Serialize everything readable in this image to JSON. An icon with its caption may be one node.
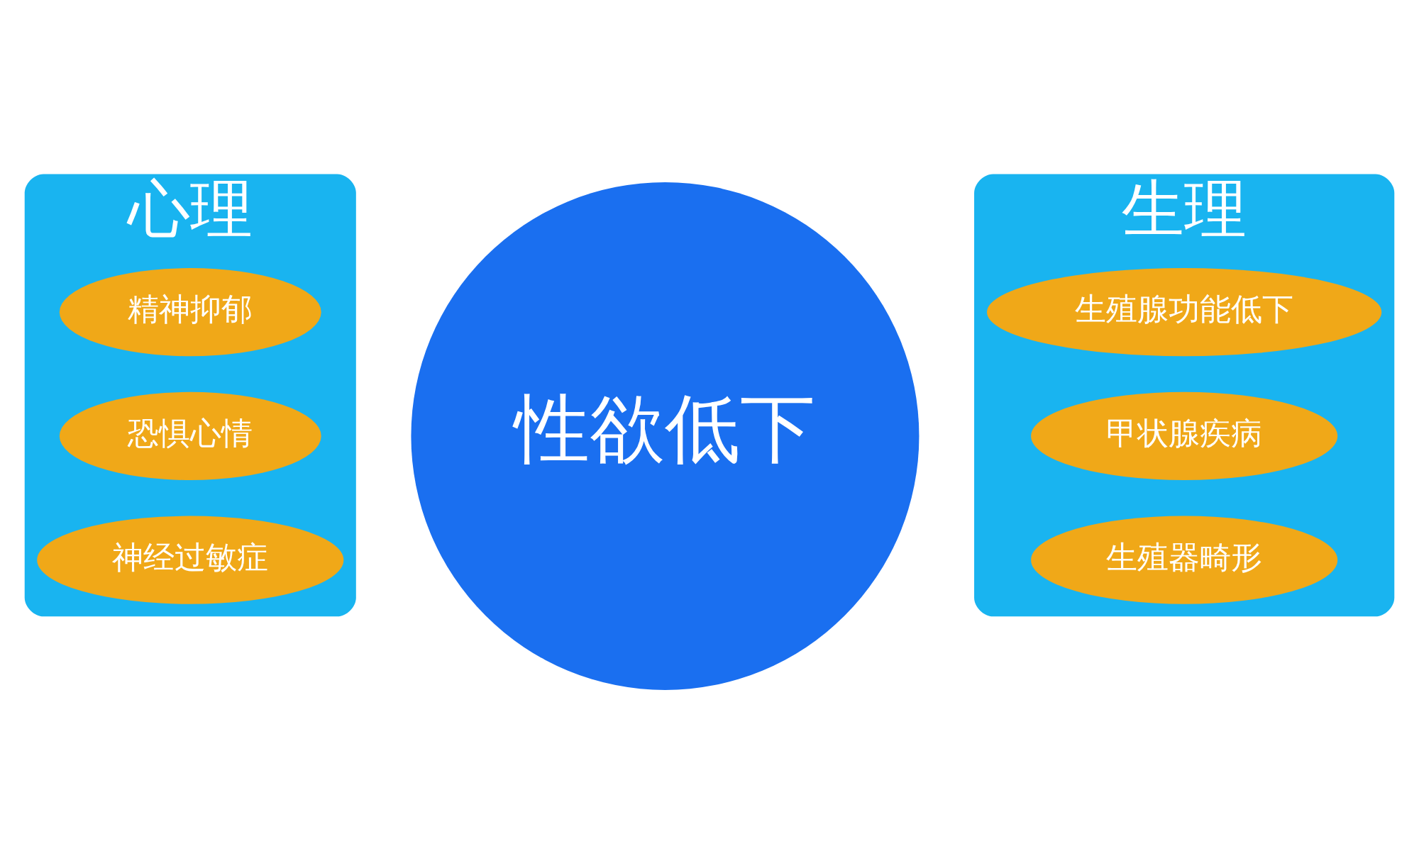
{
  "diagram": {
    "nodes": [
      {
        "text": [
          "心理"
        ]
      },
      {
        "text": [
          "精神抑郁"
        ],
        "in": 0
      },
      {
        "text": [
          "恐惧心情"
        ],
        "in": 0
      },
      {
        "text": [
          "神经过敏症"
        ],
        "in": 0
      },
      {
        "text": [
          "性欲低下"
        ]
      },
      {
        "text": [
          "生理"
        ]
      },
      {
        "text": [
          "生殖腺功能低下"
        ],
        "in": 5
      },
      {
        "text": [
          "甲状腺疾病"
        ],
        "in": 5
      },
      {
        "text": [
          "生殖器畸形"
        ],
        "in": 5
      }
    ]
  }
}
